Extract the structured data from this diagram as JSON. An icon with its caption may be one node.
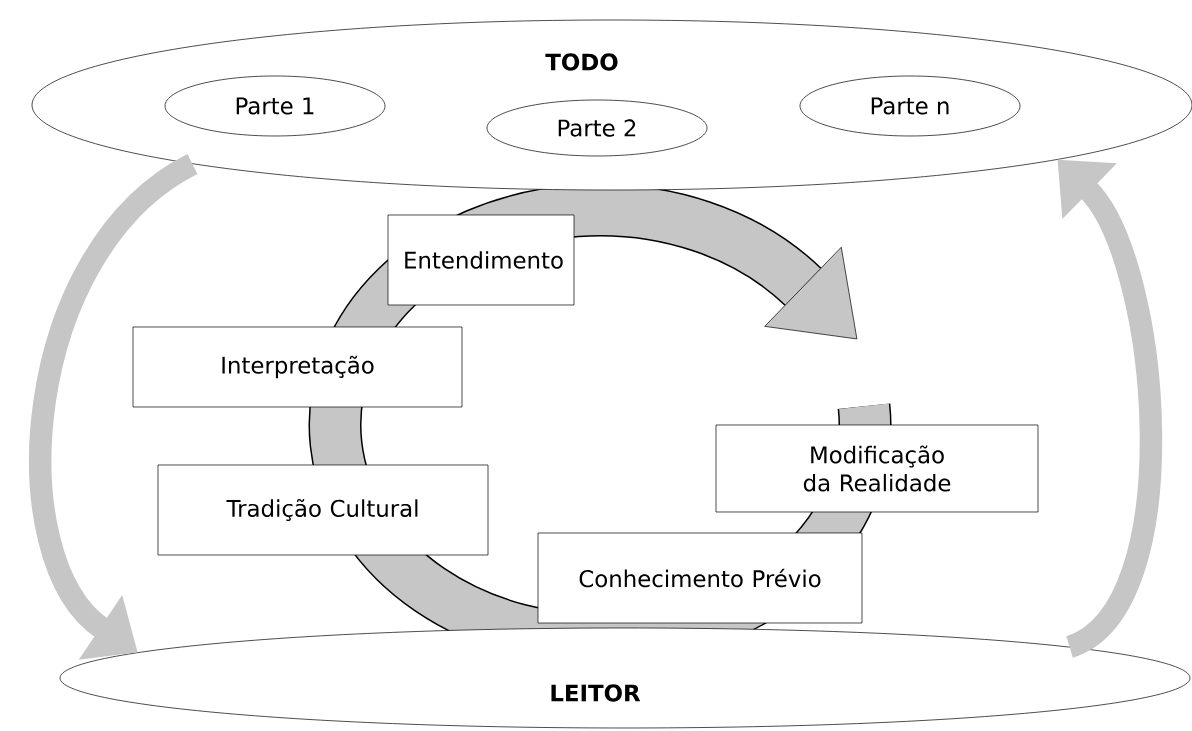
{
  "diagram": {
    "nodes": [
      {
        "text": [
          "TODO"
        ]
      },
      {
        "text": [
          "Parte 1"
        ],
        "in": 0
      },
      {
        "text": [
          "Parte 2"
        ],
        "in": 0
      },
      {
        "text": [
          "Parte n"
        ],
        "in": 0
      },
      {
        "text": [
          "LEITOR"
        ]
      },
      {
        "text": [
          "Entendimento"
        ]
      },
      {
        "text": [
          "Interpretação"
        ]
      },
      {
        "text": [
          "Tradição Cultural"
        ]
      },
      {
        "text": [
          "Conhecimento Prévio"
        ]
      },
      {
        "text": [
          "Modificação da Realidade"
        ]
      }
    ],
    "edges": [
      {
        "from": 0,
        "to": 4,
        "arrow": "to"
      },
      {
        "from": 4,
        "to": 0,
        "arrow": "to"
      }
    ]
  }
}
